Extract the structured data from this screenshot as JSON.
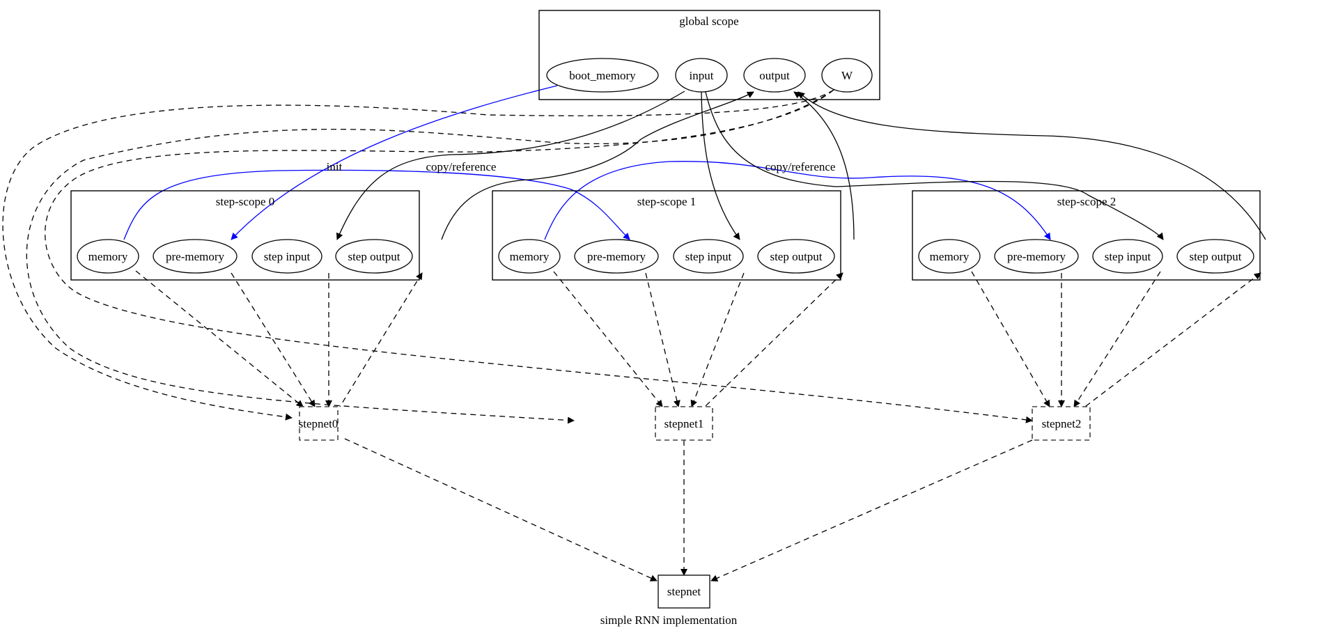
{
  "diagram": {
    "caption": "simple RNN implementation",
    "colors": {
      "memory_edge": "#0000ff",
      "default": "#000000"
    },
    "clusters": {
      "global": {
        "title": "global scope",
        "nodes": [
          "boot_memory",
          "input",
          "output",
          "W"
        ]
      },
      "step0": {
        "title": "step-scope 0"
      },
      "step1": {
        "title": "step-scope 1"
      },
      "step2": {
        "title": "step-scope 2"
      }
    },
    "step_nodes": [
      "memory",
      "pre-memory",
      "step input",
      "step output"
    ],
    "stepnets": [
      "stepnet0",
      "stepnet1",
      "stepnet2"
    ],
    "final_node": "stepnet",
    "edge_labels": {
      "init": "init",
      "copy_ref_0": "copy/reference",
      "copy_ref_1": "copy/reference"
    }
  }
}
